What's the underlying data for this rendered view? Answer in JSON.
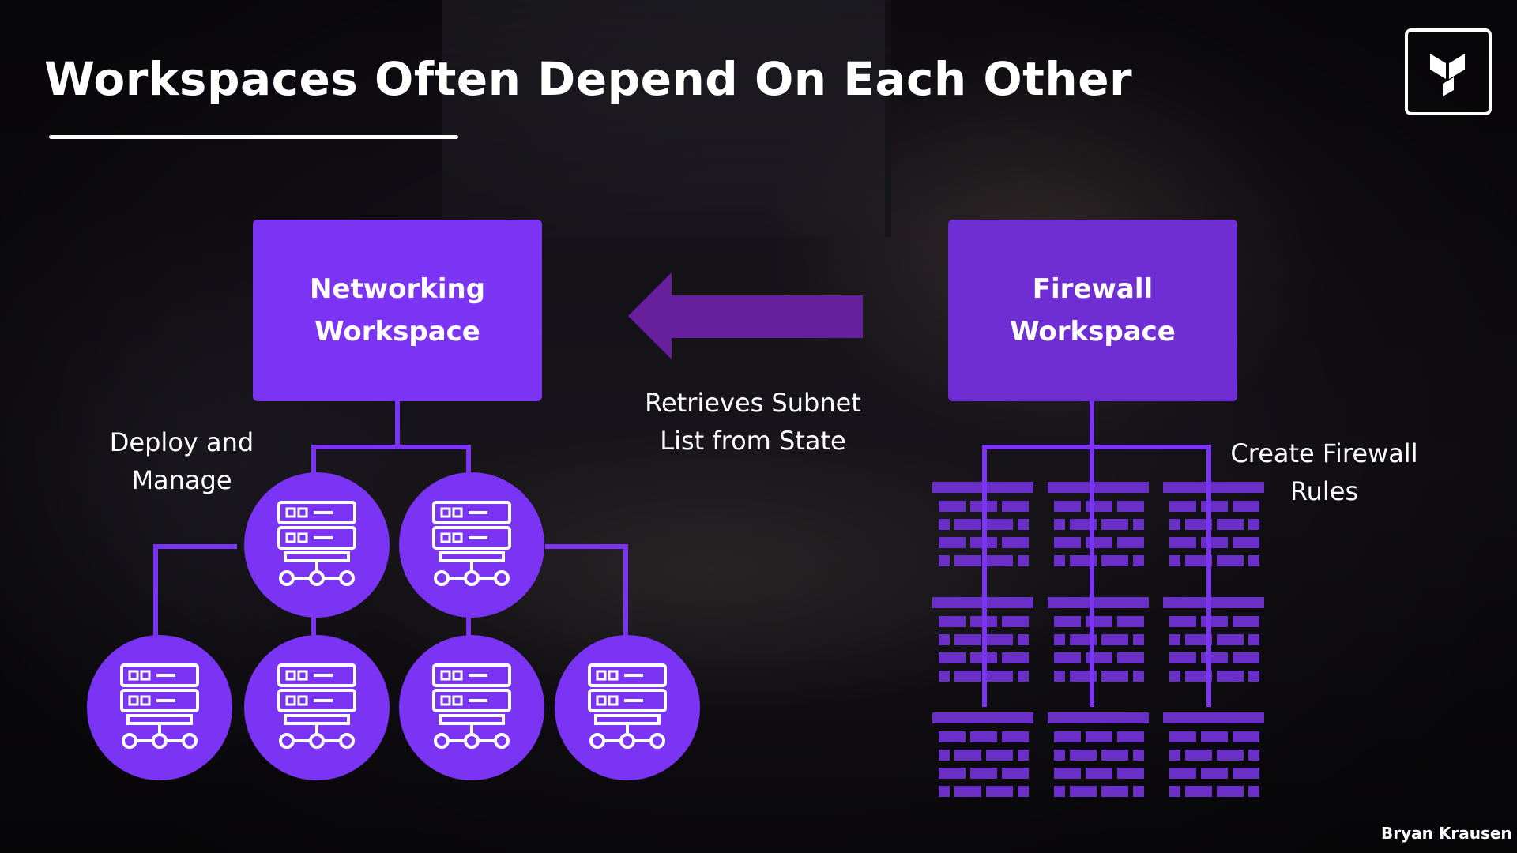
{
  "slide": {
    "title": "Workspaces Often Depend On Each Other",
    "author": "Bryan Krausen",
    "logo_icon": "terraform-logo-icon"
  },
  "colors": {
    "accent_purple": "#7b33f4",
    "accent_purple_dark": "#6f2ed4",
    "arrow_purple": "#66209e",
    "text": "#ffffff"
  },
  "networking_workspace": {
    "label": "Networking\nWorkspace",
    "caption": "Deploy and\nManage",
    "server_icon": "server-rack-icon",
    "server_count": 6
  },
  "dependency_arrow": {
    "direction": "left",
    "caption": "Retrieves Subnet\nList from State"
  },
  "firewall_workspace": {
    "label": "Firewall\nWorkspace",
    "caption": "Create Firewall\nRules",
    "firewall_icon": "brick-wall-icon",
    "firewall_count": 9
  }
}
